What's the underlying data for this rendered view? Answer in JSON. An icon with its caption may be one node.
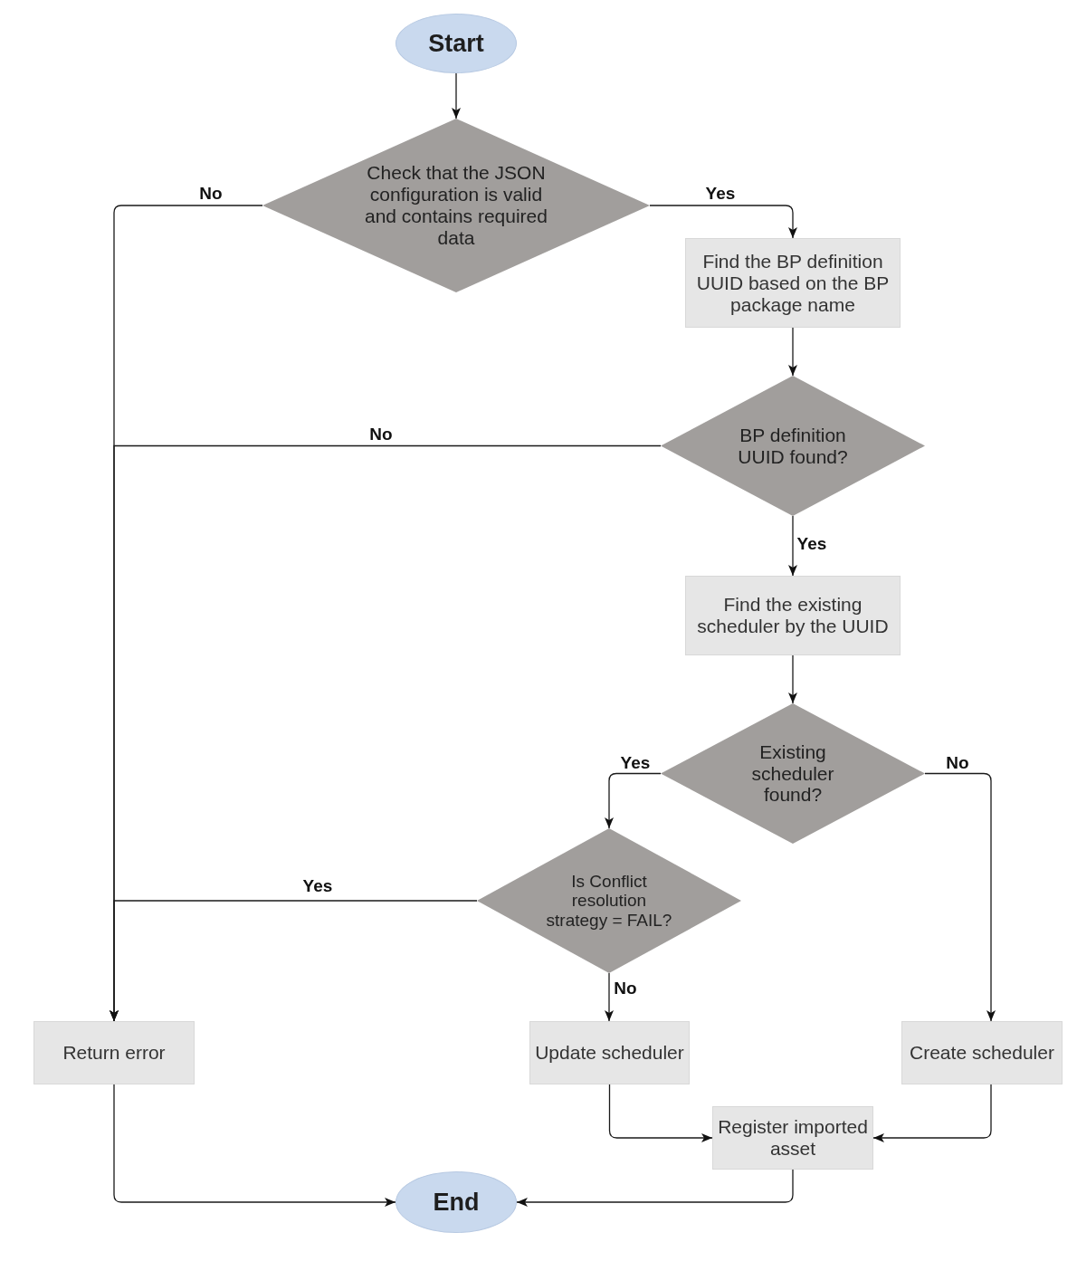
{
  "diagram": {
    "nodes": [
      {
        "text": [
          "Start"
        ]
      },
      {
        "text": [
          "Check that the JSON configuration is valid and contains required data"
        ]
      },
      {
        "text": [
          "Find the BP definition UUID based on the BP package name"
        ]
      },
      {
        "text": [
          "BP definition UUID found?"
        ]
      },
      {
        "text": [
          "Find the existing scheduler by the UUID"
        ]
      },
      {
        "text": [
          "Existing scheduler found?"
        ]
      },
      {
        "text": [
          "Is Conflict resolution strategy = FAIL?"
        ]
      },
      {
        "text": [
          "Return error"
        ]
      },
      {
        "text": [
          "Update scheduler"
        ]
      },
      {
        "text": [
          "Create scheduler"
        ]
      },
      {
        "text": [
          "Register imported asset"
        ]
      },
      {
        "text": [
          "End"
        ]
      }
    ],
    "edges": [
      {
        "from": 0,
        "to": 1,
        "arrow": "to"
      },
      {
        "from": 1,
        "to": 2,
        "arrow": "to",
        "label": "Yes"
      },
      {
        "from": 1,
        "to": 7,
        "arrow": "to",
        "label": "No"
      },
      {
        "from": 2,
        "to": 3,
        "arrow": "to"
      },
      {
        "from": 3,
        "to": 7,
        "arrow": "to",
        "label": "No"
      },
      {
        "from": 3,
        "to": 4,
        "arrow": "to",
        "label": "Yes"
      },
      {
        "from": 4,
        "to": 5,
        "arrow": "to"
      },
      {
        "from": 5,
        "to": 6,
        "arrow": "to",
        "label": "Yes"
      },
      {
        "from": 5,
        "to": 9,
        "arrow": "to",
        "label": "No"
      },
      {
        "from": 6,
        "to": 7,
        "arrow": "to",
        "label": "Yes"
      },
      {
        "from": 6,
        "to": 8,
        "arrow": "to",
        "label": "No"
      },
      {
        "from": 8,
        "to": 10,
        "arrow": "to"
      },
      {
        "from": 9,
        "to": 10,
        "arrow": "to"
      },
      {
        "from": 10,
        "to": 11,
        "arrow": "to"
      },
      {
        "from": 7,
        "to": 11,
        "arrow": "to"
      }
    ]
  }
}
